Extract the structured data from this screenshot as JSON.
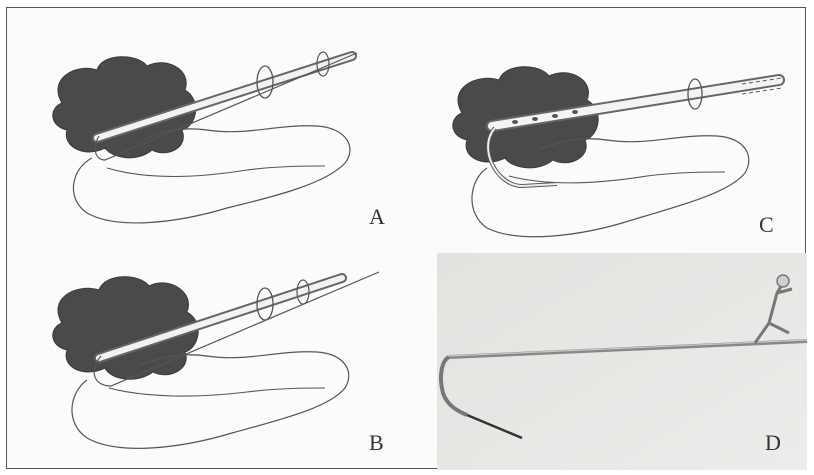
{
  "panels": [
    {
      "id": "A",
      "label": "A",
      "kind": "drawing"
    },
    {
      "id": "B",
      "label": "B",
      "kind": "drawing"
    },
    {
      "id": "C",
      "label": "C",
      "kind": "drawing"
    },
    {
      "id": "D",
      "label": "D",
      "kind": "photograph"
    }
  ],
  "colors": {
    "organ_fill": "#4a4a4a",
    "line": "#555555",
    "photo_bg": "#e6e6e3"
  }
}
